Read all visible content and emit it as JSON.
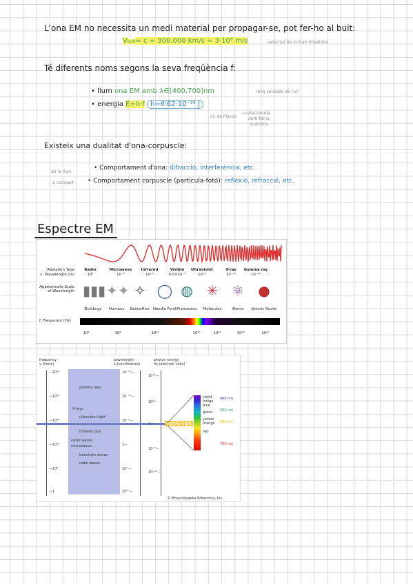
{
  "lines": {
    "l1": "L'ona EM no necessita un medi material per propagar-se, pot fer-ho al buit:",
    "l2_formula": "V",
    "l2_sub": "buit",
    "l2_rest": "= c = 300.000 km/s = 3·10⁸ m/s",
    "l2_note": "velocitat de la llum (màxima)",
    "l3": "Té diferents noms segons la seva freqüència f:",
    "b1_a": "• llum",
    "b1_b": "ona EM amb λ∈[400,700]nm",
    "b1_note": "rang sensible de l'ull",
    "b2_a": "• energia",
    "b2_b": "E=h·f",
    "b2_c": "h=6'62·10⁻³⁴ J",
    "b2_note1": "ct. de Planck",
    "b2_note2": "→ relacionada",
    "b2_note3": "amb física",
    "b2_note4": "quàntica.",
    "l4": "Existeix una dualitat d'ona-corpuscle:",
    "c1_note": "de la llum",
    "c2_note": "2 compart.",
    "c1_a": "• Comportament d'ona:",
    "c1_b": "difracció, interferència, etc.",
    "c2_a": "• Comportament corpuscle (partícula-fotó):",
    "c2_b": "reflexió, refracció, etc.",
    "header": "Espectre EM"
  },
  "fig1": {
    "radiation_type": "Radiation Type",
    "wavelength": "λ: Wavelength (m)",
    "approx": "Approximate Scale of Wavelength",
    "frequency": "f: Frequency (Hz)",
    "types": [
      "Radio",
      "Microwave",
      "Infrared",
      "Visible",
      "Ultraviolet",
      "X-ray",
      "Gamma ray"
    ],
    "wavelengths": [
      "10³",
      "10⁻²",
      "10⁻⁵",
      "0.5×10⁻⁶",
      "10⁻⁸",
      "10⁻¹⁰",
      "10⁻¹²"
    ],
    "scales": [
      "Buildings",
      "Humans",
      "Butterflies",
      "Needle Point",
      "Protozoans",
      "Molecules",
      "Atoms",
      "Atomic Nuclei"
    ],
    "freqs": [
      "10⁴",
      "10⁸",
      "10¹²",
      "10¹⁵",
      "10¹⁶",
      "10¹⁸",
      "10²⁰"
    ]
  },
  "fig2": {
    "freq_h": "frequency",
    "freq_u": "ν (hertz)",
    "wl_h": "wavelength",
    "wl_u": "λ (centimetres)",
    "pe_h": "photon energy",
    "pe_u": "hν (electron volts)",
    "freq_ticks": [
      "10²⁵",
      "10²⁰",
      "10¹⁵",
      "10¹⁰",
      "10⁵",
      "1"
    ],
    "wl_ticks": [
      "10⁻¹⁵",
      "10⁻¹⁰",
      "10⁻⁵",
      "1",
      "10⁵",
      "10¹⁰"
    ],
    "pe_ticks": [
      "10¹⁰",
      "10⁵",
      "1",
      "10⁻⁵",
      "10⁻¹⁰"
    ],
    "bands": [
      "gamma rays",
      "X-rays",
      "ultraviolet light",
      "infrared rays",
      "radar waves",
      "microwaves",
      "television waves",
      "radio waves"
    ],
    "visible": "visible light",
    "colors": [
      "violet",
      "indigo",
      "blue",
      "green",
      "yellow",
      "orange",
      "red"
    ],
    "nm": [
      "400 nm",
      "500 nm",
      "600 nm",
      "700 nm"
    ],
    "copyright": "© Encyclopædia Britannica, Inc."
  },
  "accent_colors": {
    "green": "#46a34e",
    "blue": "#2a7fc0",
    "highlight": "#f6f169"
  }
}
